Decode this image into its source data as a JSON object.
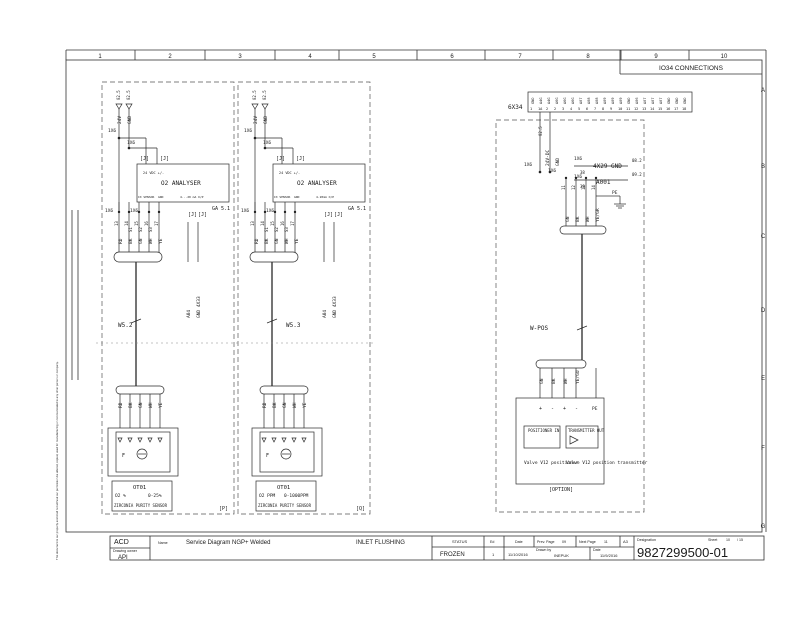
{
  "frame": {
    "columns": [
      "1",
      "2",
      "3",
      "4",
      "5",
      "6",
      "7",
      "8",
      "9",
      "10"
    ],
    "rows": [
      "A",
      "B",
      "C",
      "D",
      "E",
      "F",
      "G"
    ],
    "section_title": "IO34 CONNECTIONS"
  },
  "panel_p": {
    "top_labels": [
      "02.5",
      "02.5"
    ],
    "supply_labels": [
      "24V",
      "GND"
    ],
    "terminal": "1X6",
    "pins_top": [
      "11",
      "12"
    ],
    "j_tags": [
      "[J]",
      "[J]"
    ],
    "analyser_title": "O2 ANALYSER",
    "analyser_ref": "GA 5.1",
    "analyser_supply": "24 VDC +/-",
    "analyser_pins": [
      "IX SENSOR",
      "GND",
      "4...20 mA O/P"
    ],
    "pin_row": [
      "13",
      "14",
      "15",
      "16",
      "17"
    ],
    "wire_colors": [
      "RD",
      "BK",
      "GN",
      "WH",
      "YE"
    ],
    "wire_pins": [
      "S1",
      "S2",
      "S3"
    ],
    "cross_refs": [
      "A04",
      "GND 4X33"
    ],
    "cable": "W5.2",
    "sensor_id": "OT01",
    "sensor_unit": "O2 %",
    "sensor_range": "0-25%",
    "sensor_name": "ZIRCONIA PURITY SENSOR",
    "panel_tag": "[P]",
    "sensor_pins": [
      "RD",
      "BK",
      "GN",
      "WH",
      "YE"
    ],
    "sensor_symbol": "F"
  },
  "panel_q": {
    "top_labels": [
      "02.5",
      "02.5"
    ],
    "supply_labels": [
      "24V",
      "GND"
    ],
    "terminal": "1X6",
    "pins_top": [
      "11",
      "12"
    ],
    "j_tags": [
      "[J]",
      "[J]"
    ],
    "analyser_title": "O2 ANALYSER",
    "analyser_ref": "GA 5.1",
    "analyser_supply": "24 VDC +/-",
    "analyser_pins": [
      "IX SENSOR",
      "GND",
      "4-20mA O/P"
    ],
    "pin_row": [
      "13",
      "14",
      "15",
      "16",
      "17"
    ],
    "wire_colors": [
      "RD",
      "BK",
      "GN",
      "WH",
      "YE"
    ],
    "wire_pins": [
      "S1",
      "S2",
      "S3"
    ],
    "cross_refs": [
      "A04",
      "GND 4X33"
    ],
    "cable": "W5.3",
    "sensor_id": "OT01",
    "sensor_unit": "O2 PPM",
    "sensor_range": "0-1000PPM",
    "sensor_name": "ZIRCONIA PURITY SENSOR",
    "panel_tag": "[Q]",
    "sensor_pins": [
      "RD",
      "BK",
      "GN",
      "WH",
      "YE"
    ],
    "sensor_symbol": "F"
  },
  "panel_option": {
    "connector": "6X34",
    "connector_labels": [
      "GND",
      "A4G",
      "A4G",
      "A6G",
      "A6G",
      "A6G",
      "A07",
      "A08",
      "A08",
      "A09",
      "A09",
      "A09",
      "GND",
      "A06",
      "A07",
      "A07",
      "A07",
      "GND",
      "GND",
      "GND"
    ],
    "connector_pins": [
      "1",
      "1A",
      "2",
      "2",
      "3",
      "4",
      "5",
      "6",
      "7",
      "8",
      "9",
      "10",
      "11",
      "12",
      "13",
      "14",
      "15",
      "16",
      "17",
      "18",
      "19",
      "20"
    ],
    "supply_labels": [
      "02.5",
      "24V-DC",
      "GND"
    ],
    "terminal": "1X6",
    "pins": [
      "11",
      "12",
      "13",
      "14"
    ],
    "gnd_ref": "4X29 GND",
    "gnd_pin": "38",
    "signal_ref": "A001",
    "signal_pin": "38",
    "right_refs": [
      "08.2",
      "09.2"
    ],
    "pe": "PE",
    "wire_colors": [
      "GN",
      "BK",
      "WH",
      "YE/GR"
    ],
    "cable": "W-POS",
    "bottom_wires": [
      "GN",
      "BK",
      "WH",
      "YE/GU"
    ],
    "positioner_in": "POSITIONER IN",
    "transmitter_out": "TRANSMITTER OUT",
    "valve_positioner": "Valve V12 positioner",
    "valve_transmitter": "Valve V12 position transmitter",
    "box_pins": [
      "+",
      "-",
      "+",
      "-"
    ],
    "option_tag": "[OPTION]",
    "pe_bottom": "PE"
  },
  "title_block": {
    "company": "ACD",
    "drawing_owner_label": "Drawing owner",
    "drawing_owner": "API",
    "name_label": "Name",
    "name": "Service Diagram NGP+ Welded",
    "subtitle": "INLET FLUSHING",
    "status_label": "STATUS",
    "status": "FROZEN",
    "ed_label": "Ed",
    "ed": "1",
    "date_label": "Date",
    "date": "11/10/2016",
    "prev_page_label": "Prev. Page",
    "prev_page": "09",
    "next_page_label": "Next Page",
    "next_page": "11",
    "size": "A3",
    "designation_label": "Designation",
    "sheet_label": "Sheet",
    "sheet": "10",
    "sheet_total": "/ 15",
    "drawn_by_label": "Drawn by",
    "drawn_by": "INEPUK",
    "drawn_date_label": "Date",
    "drawn_date": "11/9/2016",
    "designation": "9827299500-01"
  },
  "side_note": "This document is our property and shall not without our permission be altered, copied, used for manufacturing or communicated to any other person or company."
}
